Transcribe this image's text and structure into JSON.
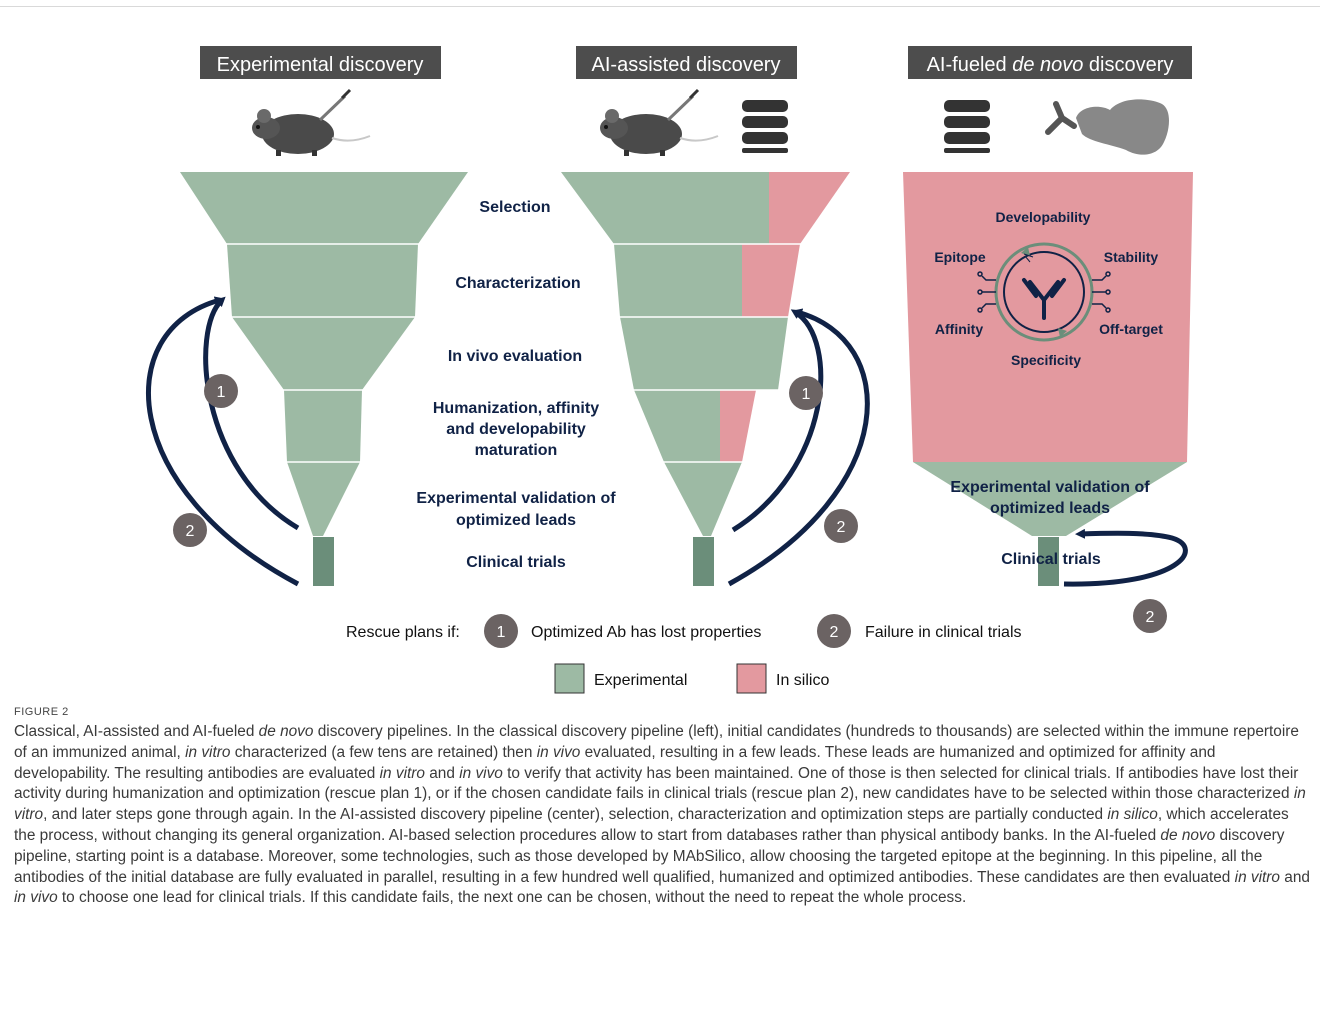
{
  "panels": {
    "experimental": {
      "title": "Experimental discovery"
    },
    "assisted": {
      "title": "AI-assisted discovery"
    },
    "denovo": {
      "title_prefix": "AI-fueled ",
      "title_italic": "de novo",
      "title_suffix": " discovery"
    }
  },
  "stages": {
    "selection": "Selection",
    "characterization": "Characterization",
    "invivo": "In vivo evaluation",
    "humanization_1": "Humanization, affinity",
    "humanization_2": "and developability",
    "humanization_3": "maturation",
    "validation_1": "Experimental validation of",
    "validation_2": "optimized leads",
    "clinical": "Clinical trials"
  },
  "denovo_cycle": {
    "developability": "Developability",
    "epitope": "Epitope",
    "stability": "Stability",
    "affinity": "Affinity",
    "offtarget": "Off-target",
    "specificity": "Specificity"
  },
  "denovo_labels": {
    "validation_1": "Experimental validation of",
    "validation_2": "optimized leads",
    "clinical": "Clinical trials"
  },
  "markers": {
    "one": "1",
    "two": "2"
  },
  "rescue": {
    "prefix": "Rescue plans if:",
    "item1": "Optimized Ab has lost properties",
    "item2": "Failure in clinical trials"
  },
  "legend": {
    "experimental": "Experimental",
    "insilico": "In silico"
  },
  "colors": {
    "experimental": "#9dbaa4",
    "insilico": "#e3999f",
    "dark_bar": "#6b8e7a",
    "navy": "#102246",
    "title_bg": "#4d4d4d",
    "marker": "#6b6363"
  },
  "figure_label": "FIGURE 2",
  "caption": {
    "s01": "Classical, AI-assisted and AI-fueled ",
    "s02": "de novo",
    "s03": " discovery pipelines. In the classical discovery pipeline (left), initial candidates (hundreds to thousands) are selected within the immune repertoire of an immunized animal, ",
    "s04": "in vitro",
    "s05": " characterized (a few tens are retained) then ",
    "s06": "in vivo",
    "s07": " evaluated, resulting in a few leads. These leads are humanized and optimized for affinity and developability. The resulting antibodies are evaluated ",
    "s08": "in vitro",
    "s09": " and ",
    "s10": "in vivo",
    "s11": " to verify that activity has been maintained. One of those is then selected for clinical trials. If antibodies have lost their activity during humanization and optimization (rescue plan 1), or if the chosen candidate fails in clinical trials (rescue plan 2), new candidates have to be selected within those characterized ",
    "s12": "in vitro",
    "s13": ", and later steps gone through again. In the AI-assisted discovery pipeline (center), selection, characterization and optimization steps are partially conducted ",
    "s14": "in silico",
    "s15": ", which accelerates the process, without changing its general organization. AI-based selection procedures allow to start from databases rather than physical antibody banks. In the AI-fueled ",
    "s16": "de novo",
    "s17": " discovery pipeline, starting point is a database. Moreover, some technologies, such as those developed by MAbSilico, allow choosing the targeted epitope at the beginning. In this pipeline, all the antibodies of the initial database are fully evaluated in parallel, resulting in a few hundred well qualified, humanized and optimized antibodies. These candidates are then evaluated ",
    "s18": "in vitro",
    "s19": " and ",
    "s20": "in vivo",
    "s21": " to choose one lead for clinical trials. If this candidate fails, the next one can be chosen, without the need to repeat the whole process."
  }
}
